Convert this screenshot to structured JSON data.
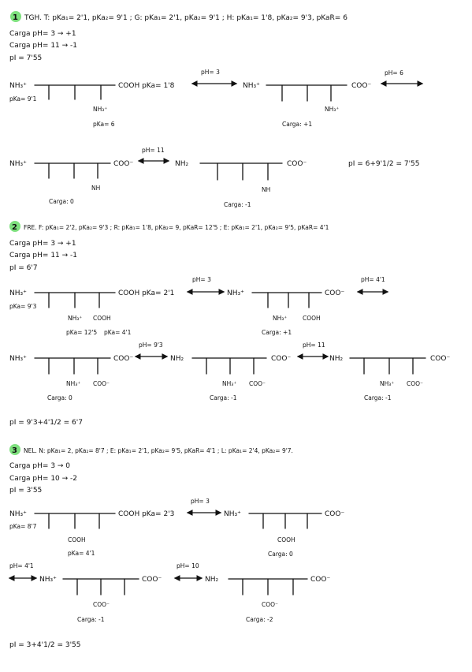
{
  "colors": {
    "highlight": "#7ee07e",
    "ink": "#111111",
    "paper": "#ffffff"
  },
  "sections": [
    {
      "number": "1",
      "header": "TGH.  T: pKa₁= 2'1, pKa₂= 9'1 ; G: pKa₁= 2'1, pKa₂= 9'1 ; H: pKa₁= 1'8, pKa₂= 9'3, pKaR= 6",
      "charge_ph3": "Carga pH= 3 → +1",
      "charge_ph11": "Carga pH= 11 → -1",
      "pi": "pI = 7'55",
      "row1": {
        "left_nh": "NH₃⁺",
        "left_pka": "pKa= 9'1",
        "left_cooh": "COOH  pKa= 1'8",
        "left_side": "NH₃⁺",
        "left_side_pka": "pKa= 6",
        "arrow1": "pH= 3",
        "right_nh": "NH₃⁺",
        "right_coo": "COO⁻",
        "right_side": "NH₃⁺",
        "right_charge": "Carga: +1",
        "arrow2": "pH= 6"
      },
      "row2": {
        "left_nh": "NH₃⁺",
        "left_coo": "COO⁻",
        "left_side": "NH",
        "left_charge": "Carga: 0",
        "arrow": "pH= 11",
        "right_nh": "NH₂",
        "right_coo": "COO⁻",
        "right_side": "NH",
        "right_charge": "Carga: -1",
        "pi_calc": "pI = 6+9'1/2 = 7'55"
      }
    },
    {
      "number": "2",
      "header": "FRE.  F: pKa₁= 2'2, pKa₂= 9'3 ; R: pKa₁= 1'8, pKa₂= 9, pKaR= 12'5 ; E: pKa₁= 2'1, pKa₂= 9'5, pKaR= 4'1",
      "charge_ph3": "Carga pH= 3 → +1",
      "charge_ph11": "Carga pH= 11 → -1",
      "pi": "pI = 6'7",
      "row1": {
        "left_nh": "NH₃⁺",
        "left_pka": "pKa= 9'3",
        "left_cooh": "COOH  pKa= 2'1",
        "left_side1": "NH₃⁺",
        "left_side2": "COOH",
        "left_side1_pka": "pKa= 12'5",
        "left_side2_pka": "pKa= 4'1",
        "arrow1": "pH= 3",
        "right_nh": "NH₃⁺",
        "right_coo": "COO⁻",
        "right_side1": "NH₃⁺",
        "right_side2": "COOH",
        "right_charge": "Carga: +1",
        "arrow2": "pH= 4'1"
      },
      "row2": {
        "a_nh": "NH₃⁺",
        "a_coo": "COO⁻",
        "a_side1": "NH₃⁺",
        "a_side2": "COO⁻",
        "a_charge": "Carga: 0",
        "arrow1": "pH= 9'3",
        "b_nh": "NH₂",
        "b_coo": "COO⁻",
        "b_side1": "NH₃⁺",
        "b_side2": "COO⁻",
        "b_charge": "Carga: -1",
        "arrow2": "pH= 11",
        "c_nh": "NH₂",
        "c_coo": "COO⁻",
        "c_side1": "NH₃⁺",
        "c_side2": "COO⁻",
        "c_charge": "Carga: -1"
      },
      "pi_calc": "pI = 9'3+4'1/2 = 6'7"
    },
    {
      "number": "3",
      "header": "NEL.  N: pKa₁= 2, pKa₂= 8'7 ; E: pKa₁= 2'1, pKa₂= 9'5, pKaR= 4'1 ; L: pKa₁= 2'4, pKa₂= 9'7.",
      "charge_ph3": "Carga pH= 3 → 0",
      "charge_ph10": "Carga pH= 10 → -2",
      "pi": "pI = 3'55",
      "row1": {
        "left_nh": "NH₃⁺",
        "left_pka": "pKa= 8'7",
        "left_cooh": "COOH  pKa= 2'3",
        "left_side": "COOH",
        "left_side_pka": "pKa= 4'1",
        "arrow": "pH= 3",
        "right_nh": "NH₃⁺",
        "right_coo": "COO⁻",
        "right_side": "COOH",
        "right_charge": "Carga: 0"
      },
      "row2": {
        "arrow1": "pH= 4'1",
        "left_nh": "NH₃⁺",
        "left_coo": "COO⁻",
        "left_side": "COO⁻",
        "left_charge": "Carga: -1",
        "arrow2": "pH= 10",
        "right_nh": "NH₂",
        "right_coo": "COO⁻",
        "right_side": "COO⁻",
        "right_charge": "Carga: -2"
      },
      "pi_calc": "pI = 3+4'1/2 = 3'55"
    }
  ]
}
